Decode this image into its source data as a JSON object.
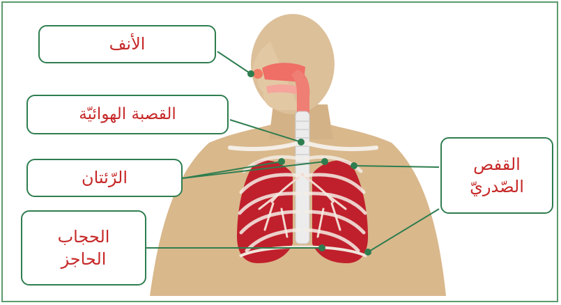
{
  "labels": {
    "nose": "الأنف",
    "trachea": "القصبة الهوائيّة",
    "lungs": "الرّئتان",
    "ribcage_line1": "القفص",
    "ribcage_line2": "الصّدريّ",
    "diaphragm_line1": "الحجاب",
    "diaphragm_line2": "الحاجز"
  },
  "colors": {
    "label_text": "#c62828",
    "label_border": "#2e7d4f",
    "leader_line": "#2e7d4f",
    "body": "#d9b88c",
    "lungs": "#c0202c",
    "airway": "#f08a80"
  }
}
